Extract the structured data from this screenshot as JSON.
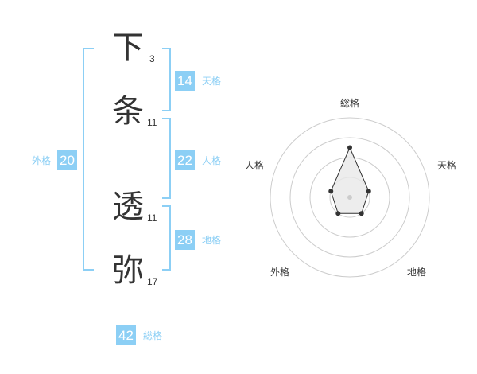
{
  "name": {
    "chars": [
      {
        "char": "下",
        "strokes": "3"
      },
      {
        "char": "条",
        "strokes": "11"
      },
      {
        "char": "透",
        "strokes": "11"
      },
      {
        "char": "弥",
        "strokes": "17"
      }
    ]
  },
  "fortunes": {
    "tenkaku": {
      "label": "天格",
      "value": "14"
    },
    "jinkaku": {
      "label": "人格",
      "value": "22"
    },
    "chikaku": {
      "label": "地格",
      "value": "28"
    },
    "gaikaku": {
      "label": "外格",
      "value": "20"
    },
    "soukaku": {
      "label": "総格",
      "value": "42"
    }
  },
  "chart_data": {
    "type": "radar",
    "axes": [
      "総格",
      "天格",
      "地格",
      "外格",
      "人格"
    ],
    "rings": 4,
    "values": [
      2.5,
      1.0,
      1.0,
      1.0,
      1.0
    ],
    "max": 5,
    "colors": {
      "fill": "#e8e8e8",
      "line": "#333333",
      "ring": "#cccccc",
      "accent": "#8ccff5"
    }
  }
}
